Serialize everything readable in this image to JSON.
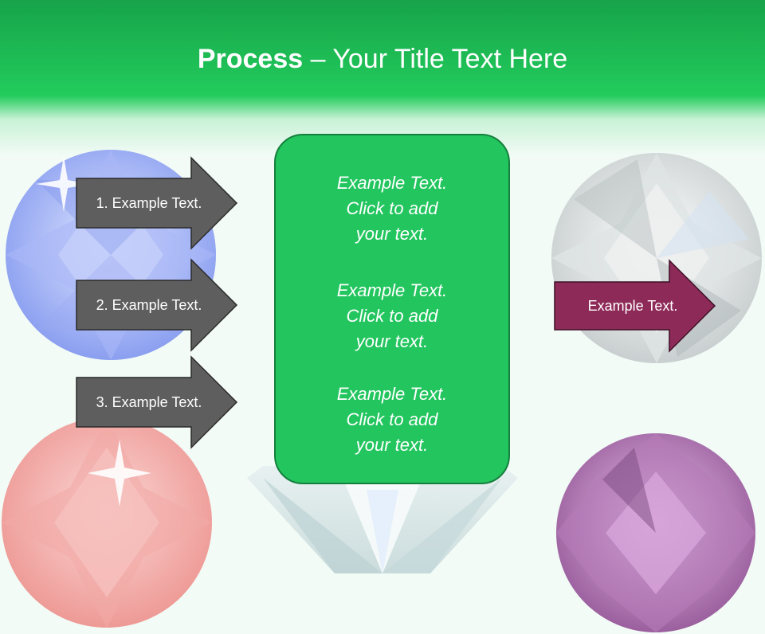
{
  "slide": {
    "title_bold": "Process",
    "title_rest": " – Your Title Text Here",
    "left_steps": [
      "1. Example Text.",
      "2. Example Text.",
      "3. Example Text."
    ],
    "center_paragraphs": [
      {
        "line1": "Example Text.",
        "line2": "Click  to add",
        "line3": "your text."
      },
      {
        "line1": "Example Text.",
        "line2": "Click  to add",
        "line3": "your text."
      },
      {
        "line1": "Example Text.",
        "line2": "Click  to add",
        "line3": "your text."
      }
    ],
    "right_arrow_label": "Example Text."
  },
  "colors": {
    "header_green": "#22cc5c",
    "center_box_green": "#22c55e",
    "left_arrow_fill": "#5e5e5e",
    "right_arrow_fill": "#8e2a58"
  }
}
